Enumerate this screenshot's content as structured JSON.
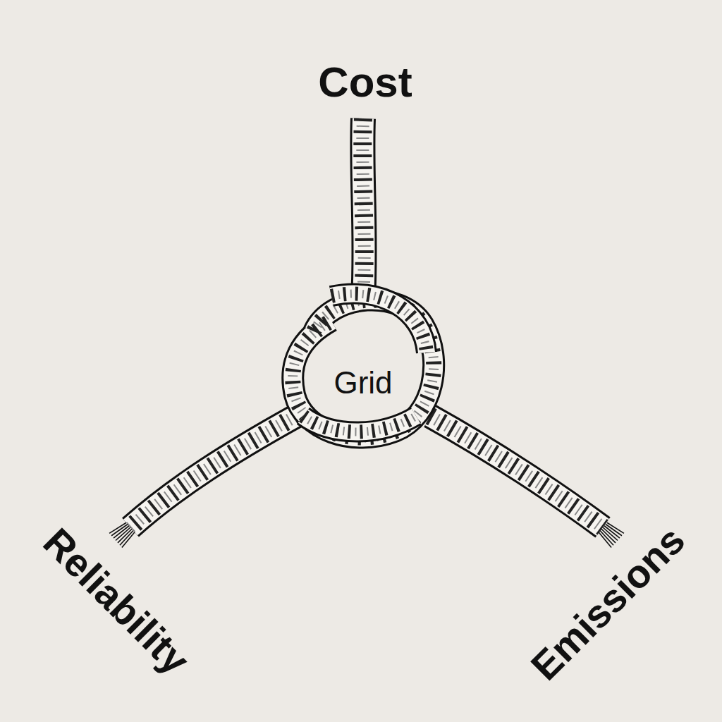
{
  "diagram": {
    "nodes": [
      {
        "text": [
          "Grid"
        ]
      }
    ],
    "labels": [
      "Cost",
      "Reliability",
      "Emissions"
    ]
  }
}
